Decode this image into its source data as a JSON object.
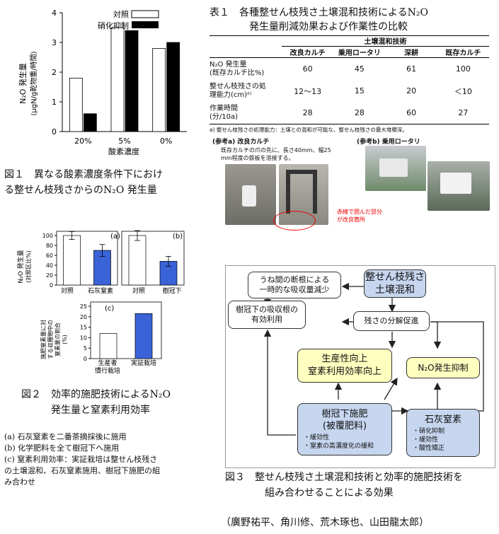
{
  "fig1": {
    "legend_control": "対照",
    "legend_inhibit": "硝化抑制",
    "ylabel_line1": "N₂O 発生量",
    "ylabel_line2": "(μgN/g乾物重/時間)",
    "xlabel": "酸素濃度",
    "caption_line1": "図１　異なる酸素濃度条件下におけ",
    "caption_line2": "る整せん枝残さからのN₂O 発生量"
  },
  "chart_data": [
    {
      "type": "bar",
      "categories": [
        "20%",
        "5%",
        "0%"
      ],
      "series": [
        {
          "name": "対照",
          "values": [
            1.8,
            3.5,
            2.8
          ],
          "color": "#ffffff"
        },
        {
          "name": "硝化抑制",
          "values": [
            0.6,
            3.4,
            3.0
          ],
          "color": "#000000"
        }
      ],
      "ylim": [
        0,
        4
      ],
      "yticks": [
        0,
        1,
        2,
        3,
        4
      ],
      "ylabel": "N₂O 発生量 (μgN/g乾物重/時間)",
      "xlabel": "酸素濃度"
    },
    {
      "type": "bar",
      "label": "(a)",
      "categories": [
        "対照",
        "石灰窒素"
      ],
      "values": [
        100,
        70
      ],
      "errors": [
        8,
        12
      ],
      "colors": [
        "#ffffff",
        "#3a63d8"
      ],
      "ylim": [
        0,
        100
      ],
      "yticks": [
        0,
        20,
        40,
        60,
        80,
        100
      ],
      "ylabel": "N₂O 発生量 (対照区比%)"
    },
    {
      "type": "bar",
      "label": "(b)",
      "categories": [
        "対照",
        "樹冠下"
      ],
      "values": [
        100,
        48
      ],
      "errors": [
        10,
        10
      ],
      "colors": [
        "#ffffff",
        "#3a63d8"
      ],
      "ylim": [
        0,
        100
      ]
    },
    {
      "type": "bar",
      "label": "(c)",
      "categories": [
        "生産者慣行栽培",
        "実証栽培"
      ],
      "values": [
        12,
        21.5
      ],
      "colors": [
        "#ffffff",
        "#3a63d8"
      ],
      "ylim": [
        0,
        25
      ],
      "yticks": [
        0,
        5,
        10,
        15,
        20,
        25
      ],
      "ylabel": "施肥窒素量に対する収穫物中の窒素量の割合 (%)"
    }
  ],
  "fig2": {
    "ylabel_a_line1": "N₂O 発生量",
    "ylabel_a_line2": "(対照区比%)",
    "cat_a1": "対照",
    "cat_a2": "石灰窒素",
    "cat_b1": "対照",
    "cat_b2": "樹冠下",
    "label_a": "(a)",
    "label_b": "(b)",
    "label_c": "(c)",
    "ylabel_c_line1": "施肥窒素量に対",
    "ylabel_c_line2": "する収穫物中の",
    "ylabel_c_line3": "窒素量の割合",
    "ylabel_c_line4": "(%)",
    "cat_c1_line1": "生産者",
    "cat_c1_line2": "慣行栽培",
    "cat_c2": "実証栽培",
    "caption_line1": "図２　効率的施肥技術によるN₂O",
    "caption_line2": "発生量と窒素利用効率",
    "notes": [
      "(a) 石灰窒素を二番茶摘採後に施用",
      "(b) 化学肥料を全て樹冠下へ施用",
      "(c) 窒素利用効率：実証栽培は整せん枝残さ",
      "の土壌混和、石灰窒素施用、樹冠下施肥の組",
      "み合わせ"
    ]
  },
  "table1": {
    "title_line1": "表１　各種整せん枝残さ土壌混和技術によるN₂O",
    "title_line2": "発生量削減効果および作業性の比較",
    "group_header": "土壌混和技術",
    "columns": [
      "改良カルチ",
      "乗用ロータリ",
      "深耕",
      "既存カルチ"
    ],
    "rows": [
      {
        "label1": "N₂O 発生量",
        "label2": "(既存カルチ比%)",
        "values": [
          "60",
          "45",
          "61",
          "100"
        ]
      },
      {
        "label1": "整せん枝残さの処",
        "label2": "理能力(cm)ᵃ⁾",
        "values": [
          "12〜13",
          "15",
          "20",
          "＜10"
        ]
      },
      {
        "label1": "作業時間",
        "label2": "(分/10a)",
        "values": [
          "28",
          "28",
          "60",
          "27"
        ]
      }
    ],
    "footnote": "a) 整せん枝残さの処理能力：土壌との混和が可能な、整せん枝残さの最大堆積深。"
  },
  "photos": {
    "ref_a_title": "(参考a) 改良カルチ",
    "ref_a_desc_line1": "既存カルチの爪の先に、長さ40mm、幅25",
    "ref_a_desc_line2": "mm程度の鉄板を溶接する。",
    "ref_a_red_line1": "赤線で囲んだ部分",
    "ref_a_red_line2": "が改良箇所",
    "ref_b_title": "(参考b) 乗用ロータリ"
  },
  "fig3": {
    "box_temp": "うね間の断根による一時的な吸収量減少",
    "box_temp_line1": "うね間の断根による",
    "box_temp_line2": "一時的な吸収量減少",
    "box_main_line1": "整せん枝残さ",
    "box_main_line2": "土壌混和",
    "box_root_line1": "樹冠下の吸収根の",
    "box_root_line2": "有効利用",
    "box_decomp": "残さの分解促進",
    "box_yield_line1": "生産性向上",
    "box_yield_line2": "窒素利用効率向上",
    "box_n2o": "N₂O発生抑制",
    "box_canopy_line1": "樹冠下施肥",
    "box_canopy_line2": "(被覆肥料)",
    "canopy_items": [
      "・緩効性",
      "・窒素の高濃度化の緩和"
    ],
    "box_lime": "石灰窒素",
    "lime_items": [
      "・硝化抑制",
      "・緩効性",
      "・酸性矯正"
    ],
    "caption_line1": "図３　整せん枝残さ土壌混和技術と効率的施肥技術を",
    "caption_line2": "組み合わせることによる効果",
    "colors": {
      "blue_box": "#c6d6ef",
      "yellow_box": "#ffffc0"
    }
  },
  "authors": "（廣野祐平、角川修、荒木琢也、山田龍太郎）"
}
